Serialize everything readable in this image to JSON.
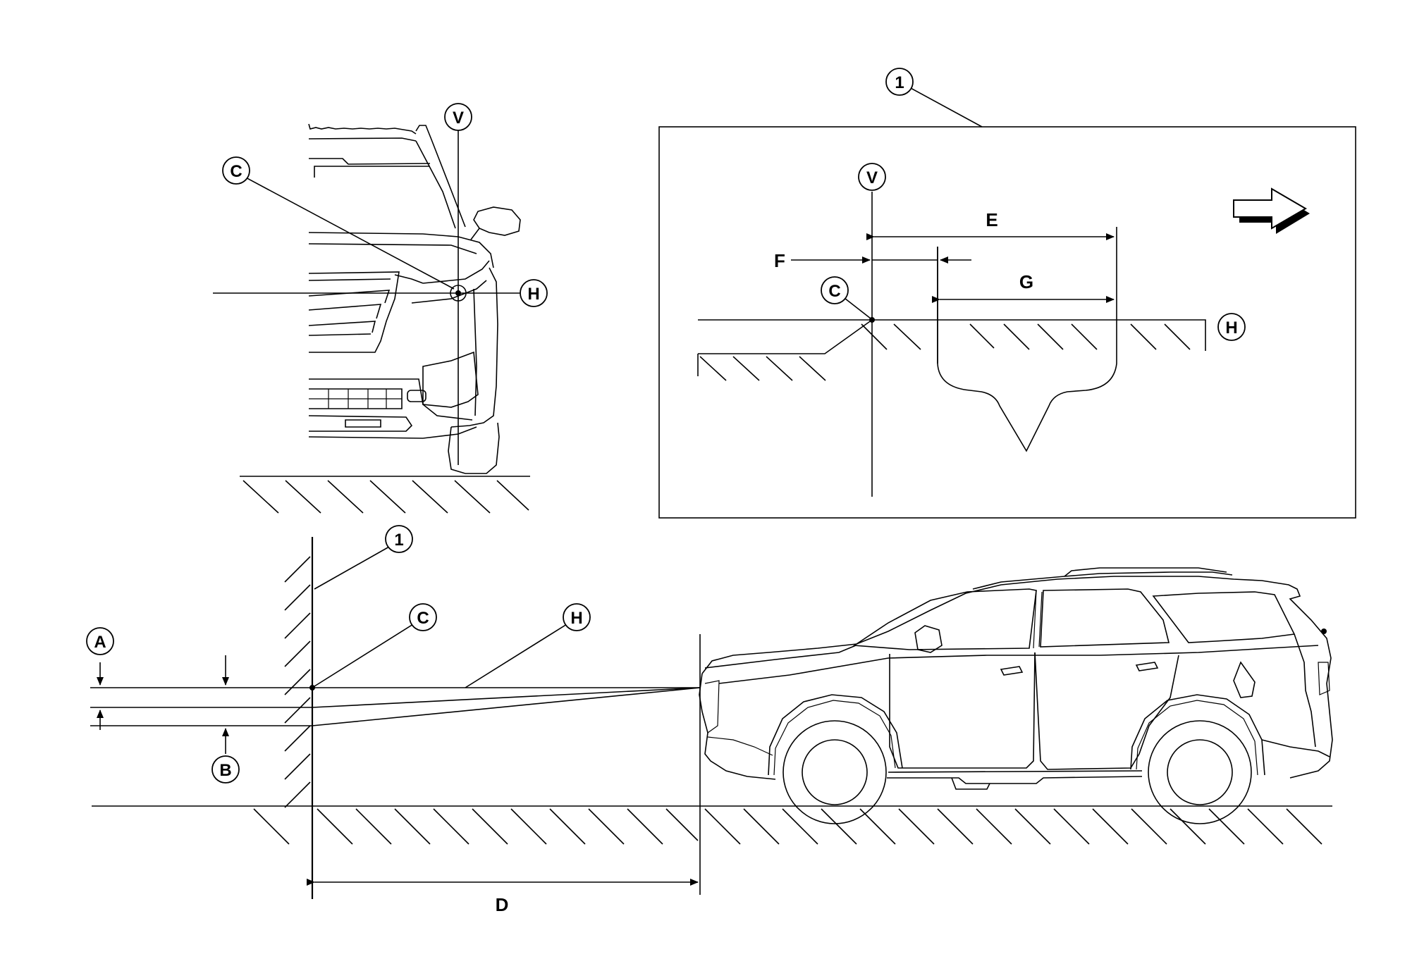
{
  "labels": {
    "ref_1": "1",
    "V": "V",
    "C": "C",
    "H": "H",
    "A": "A",
    "B": "B",
    "D": "D",
    "E": "E",
    "F": "F",
    "G": "G"
  }
}
